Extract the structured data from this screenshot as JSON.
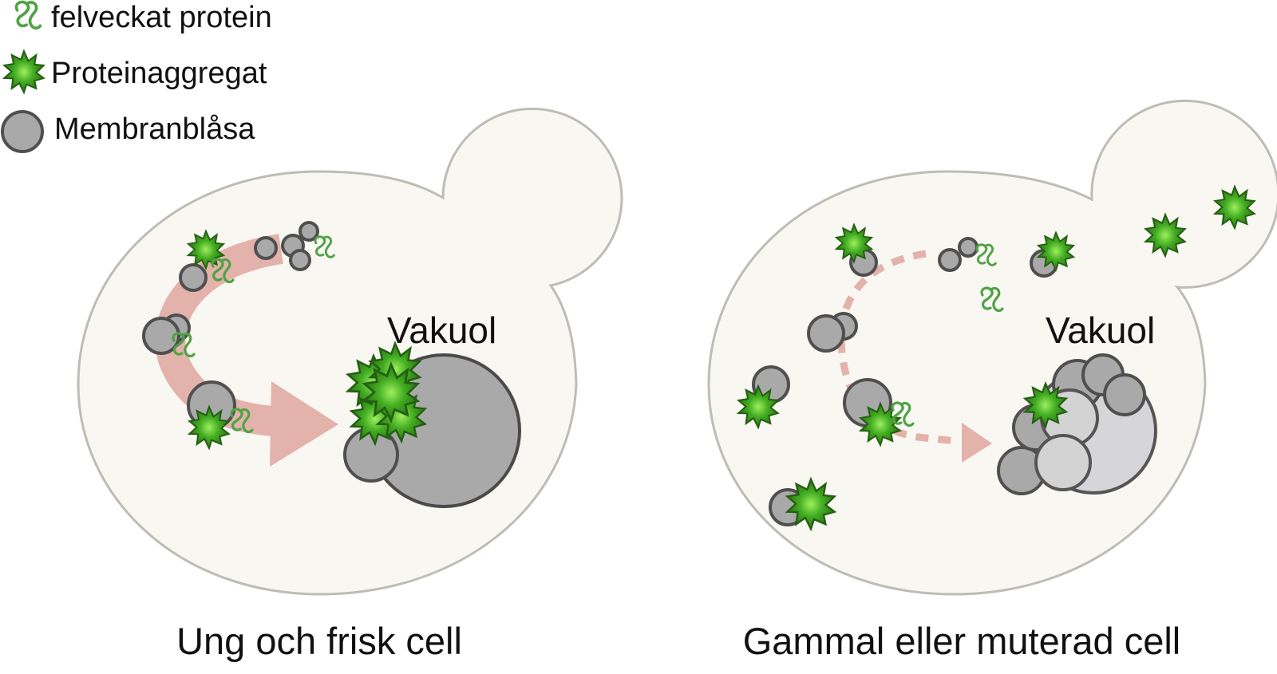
{
  "legend": {
    "misfolded_label": "felveckat protein",
    "aggregate_label": "Proteinaggregat",
    "vesicle_label": "Membranblåsa"
  },
  "cells": [
    {
      "vacuole_label": "Vakuol",
      "caption": "Ung och frisk cell"
    },
    {
      "vacuole_label": "Vakuol",
      "caption": "Gammal eller muterad cell"
    }
  ],
  "colors": {
    "cell_fill": "#f8f7f2",
    "cell_outline": "#bdbdb6",
    "vesicle": "#a9a9a9",
    "aggregate_green": "#3a9a22",
    "transport_arrow": "#e3b2aa"
  }
}
